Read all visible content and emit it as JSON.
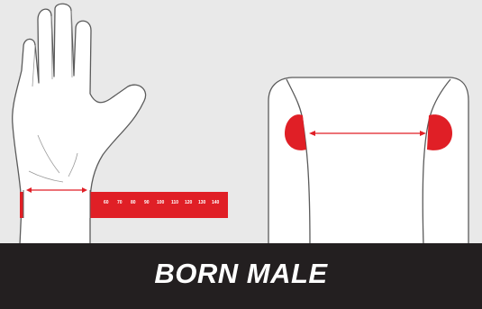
{
  "banner": {
    "title": "BORN MALE"
  },
  "tape": {
    "ticks": [
      "60",
      "70",
      "80",
      "90",
      "100",
      "110",
      "120",
      "130",
      "140"
    ]
  },
  "colors": {
    "background": "#e9e9e9",
    "tape_red": "#e01f26",
    "banner_black": "#231f20",
    "outline": "#5b5b5b",
    "skin": "#ffffff"
  },
  "icons": [
    "hand-illustration",
    "chest-torso-illustration",
    "measuring-tape",
    "measurement-arrow"
  ]
}
